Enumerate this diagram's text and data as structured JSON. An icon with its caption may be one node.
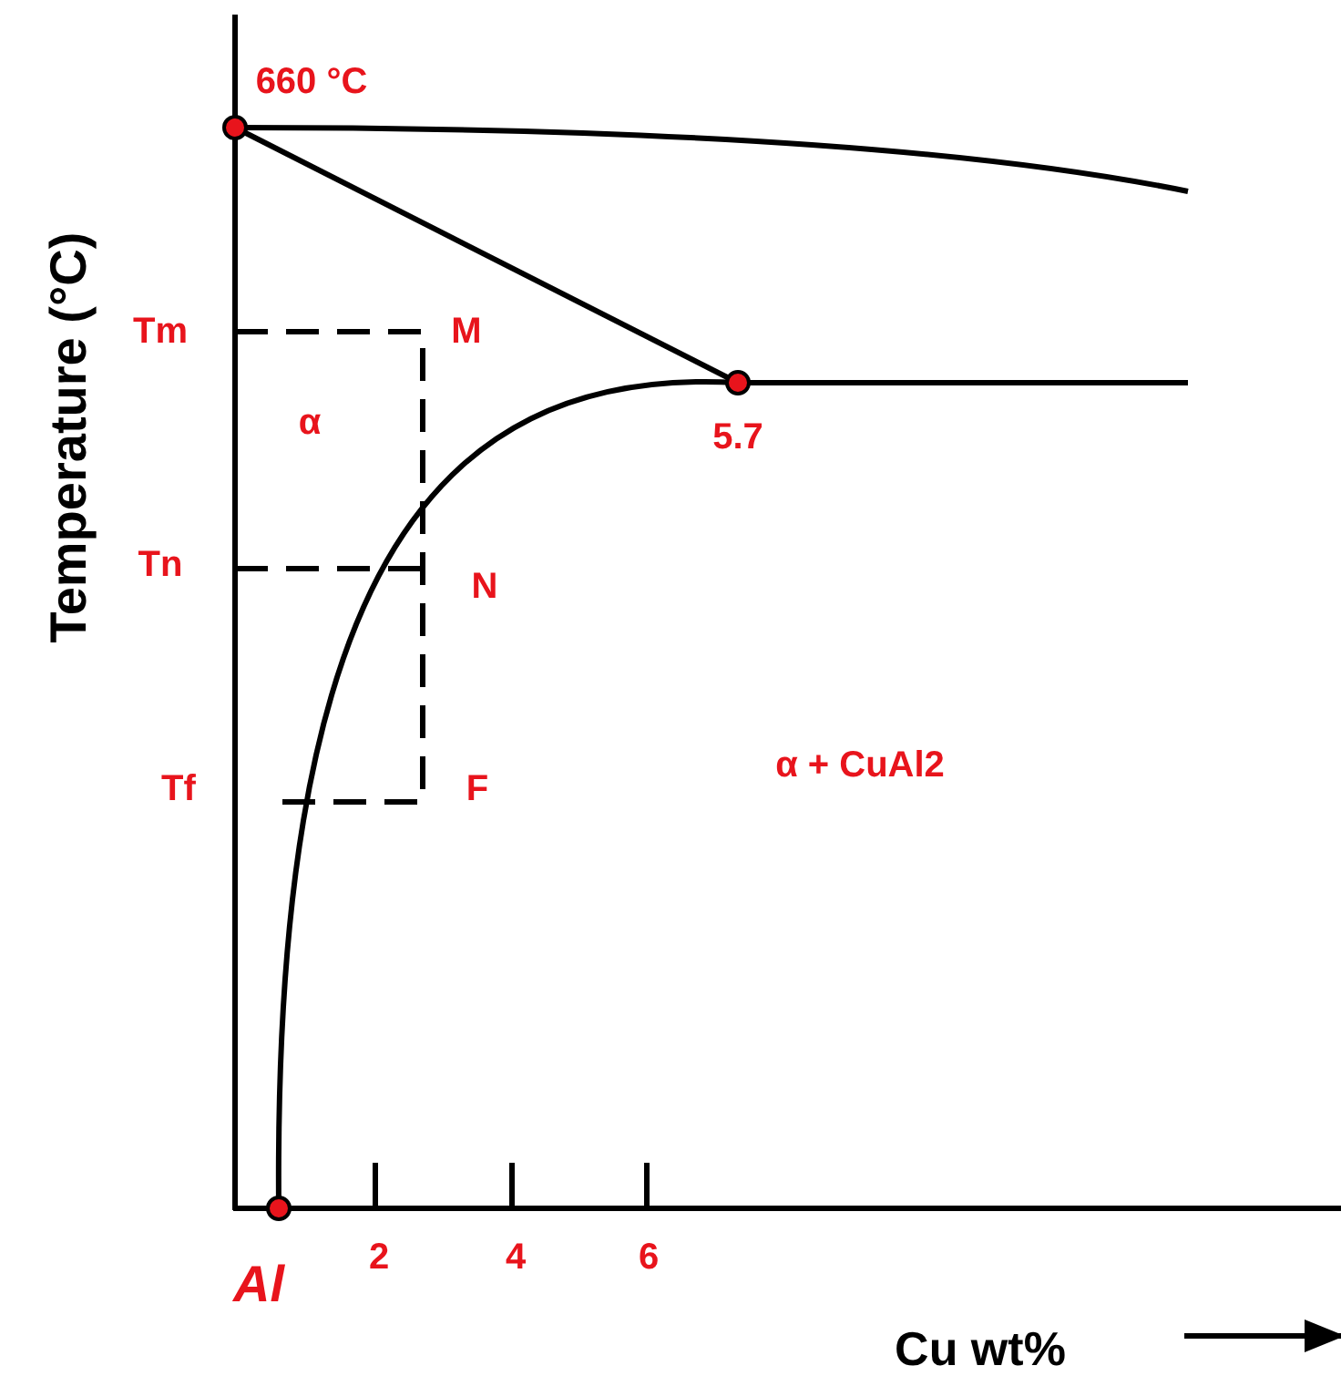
{
  "diagram": {
    "labels": [
      "660 °C",
      "Tm",
      "M",
      "α",
      "5.7",
      "Tn",
      "N",
      "Tf",
      "F",
      "α + CuAl2",
      "Al",
      "2",
      "4",
      "6",
      "Cu wt%",
      "Temperature (°C)"
    ]
  }
}
